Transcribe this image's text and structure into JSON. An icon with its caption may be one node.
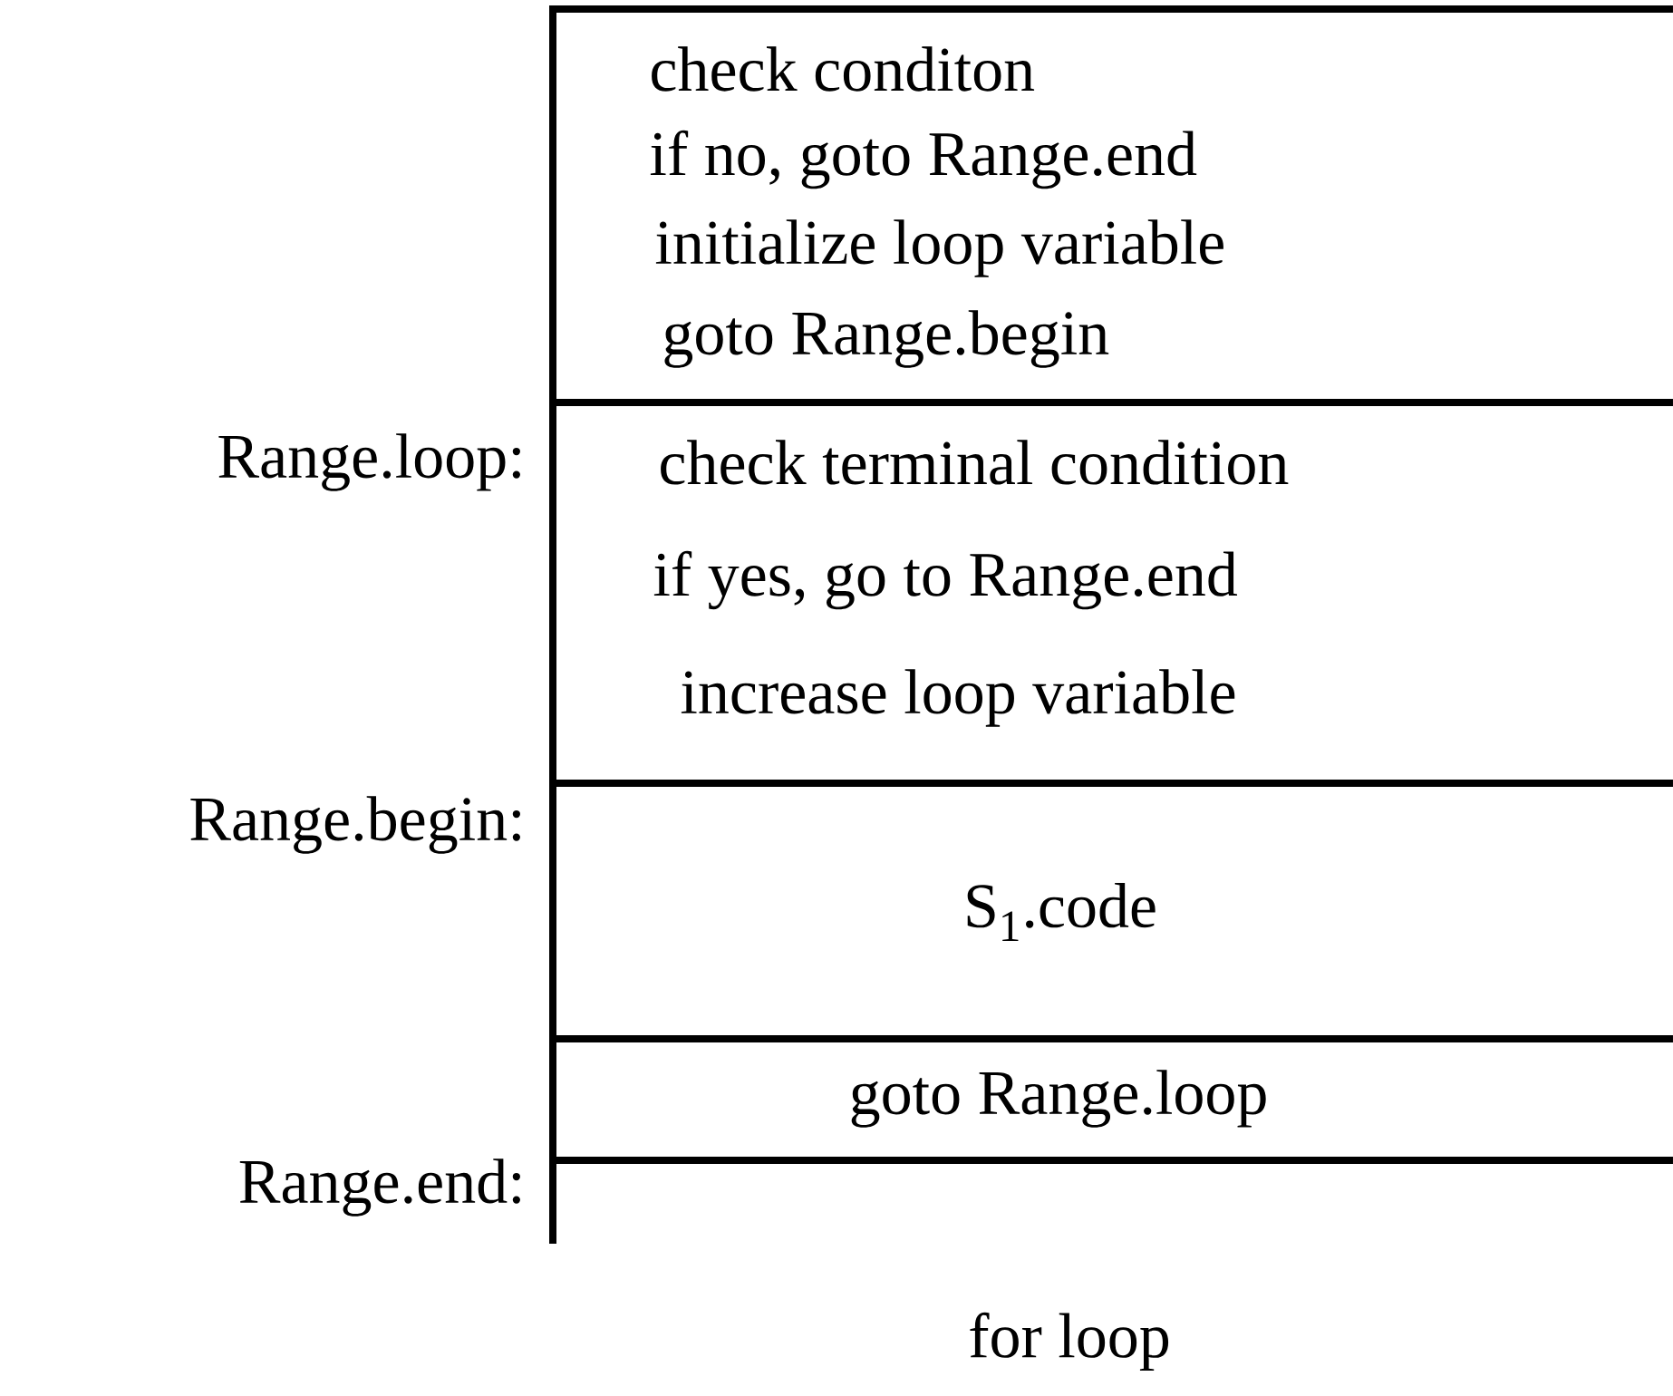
{
  "diagram": {
    "caption": "for loop",
    "nodes": [
      {
        "text": [
          "check conditon",
          "if no, goto Range.end",
          "initialize loop variable",
          "goto Range.begin"
        ]
      },
      {
        "text": [
          "check terminal condition",
          "if yes, go to Range.end",
          "increase loop variable"
        ]
      },
      {
        "text": [
          "S$_{1}$.code"
        ]
      },
      {
        "text": [
          "goto Range.loop"
        ]
      }
    ],
    "edges": [],
    "labels": [
      "Range.loop:",
      "Range.begin:",
      "Range.end:"
    ]
  }
}
